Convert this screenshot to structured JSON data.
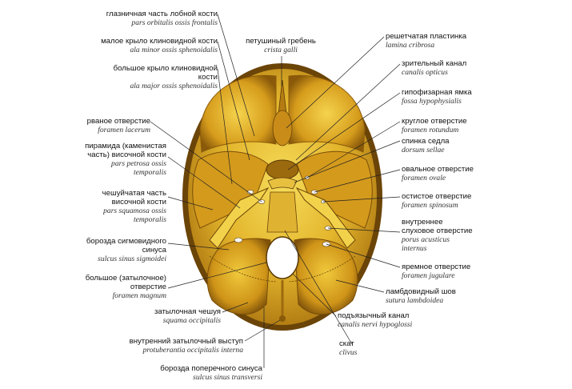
{
  "labels": {
    "pars_orbitalis": {
      "ru": "глазничная часть лобной кости",
      "la": "pars orbitalis ossis frontalis"
    },
    "ala_minor": {
      "ru": "малое крыло клиновидной кости",
      "la": "ala minor ossis sphenoidalis"
    },
    "ala_major": {
      "ru": "большое крыло клиновидной кости",
      "la": "ala major ossis sphenoidalis"
    },
    "foramen_lacerum": {
      "ru": "рваное отверстие",
      "la": "foramen lacerum"
    },
    "pars_petrosa": {
      "ru": "пирамида (каменистая\nчасть) височной кости",
      "la": "pars petrosa ossis\ntemporalis"
    },
    "pars_squamosa": {
      "ru": "чешуйчатая часть\nвисочной кости",
      "la": "pars squamosa ossis\ntemporalis"
    },
    "sulcus_sigmoidei": {
      "ru": "борозда сигмовидного\nсинуса",
      "la": "sulcus sinus sigmoidei"
    },
    "foramen_magnum": {
      "ru": "большое (затылочное)\nотверстие",
      "la": "foramen magnum"
    },
    "squama_occipitalis": {
      "ru": "затылочная чешуя",
      "la": "squama occipitalis"
    },
    "protuberantia": {
      "ru": "внутренний затылочный выступ",
      "la": "protuberantia occipitalis interna"
    },
    "sulcus_transversi": {
      "ru": "борозда поперечного синуса",
      "la": "sulcus sinus transversi"
    },
    "crista_galli": {
      "ru": "петушиный гребень",
      "la": "crista galli"
    },
    "lamina_cribrosa": {
      "ru": "решетчатая пластинка",
      "la": "lamina cribrosa"
    },
    "canalis_opticus": {
      "ru": "зрительный канал",
      "la": "canalis opticus"
    },
    "fossa_hypophysialis": {
      "ru": "гипофизарная ямка",
      "la": "fossa hypophysialis"
    },
    "foramen_rotundum": {
      "ru": "круглое отверстие",
      "la": "foramen rotundum"
    },
    "dorsum_sellae": {
      "ru": "спинка седла",
      "la": "dorsum sellae"
    },
    "foramen_ovale": {
      "ru": "овальное отверстие",
      "la": "foramen ovale"
    },
    "foramen_spinosum": {
      "ru": "остистое отверстие",
      "la": "foramen spinosum"
    },
    "porus_acusticus": {
      "ru": "внутреннее\nслуховое отверстие",
      "la": "porus acusticus\ninternus"
    },
    "foramen_jugulare": {
      "ru": "яремное отверстие",
      "la": "foramen jugulare"
    },
    "sutura_lambdoidea": {
      "ru": "ламбдовидный шов",
      "la": "sutura lambdoidea"
    },
    "canalis_hypoglossi": {
      "ru": "подъязычный канал",
      "la": "canalis nervi hypoglossi"
    },
    "clivus": {
      "ru": "скат",
      "la": "clivus"
    }
  },
  "colors": {
    "bone_light": "#f2d24a",
    "bone_mid": "#d9a820",
    "bone_dark": "#9c6a0e",
    "bone_shadow": "#6b4408",
    "rim": "#5a3a06",
    "leader": "#222222"
  }
}
